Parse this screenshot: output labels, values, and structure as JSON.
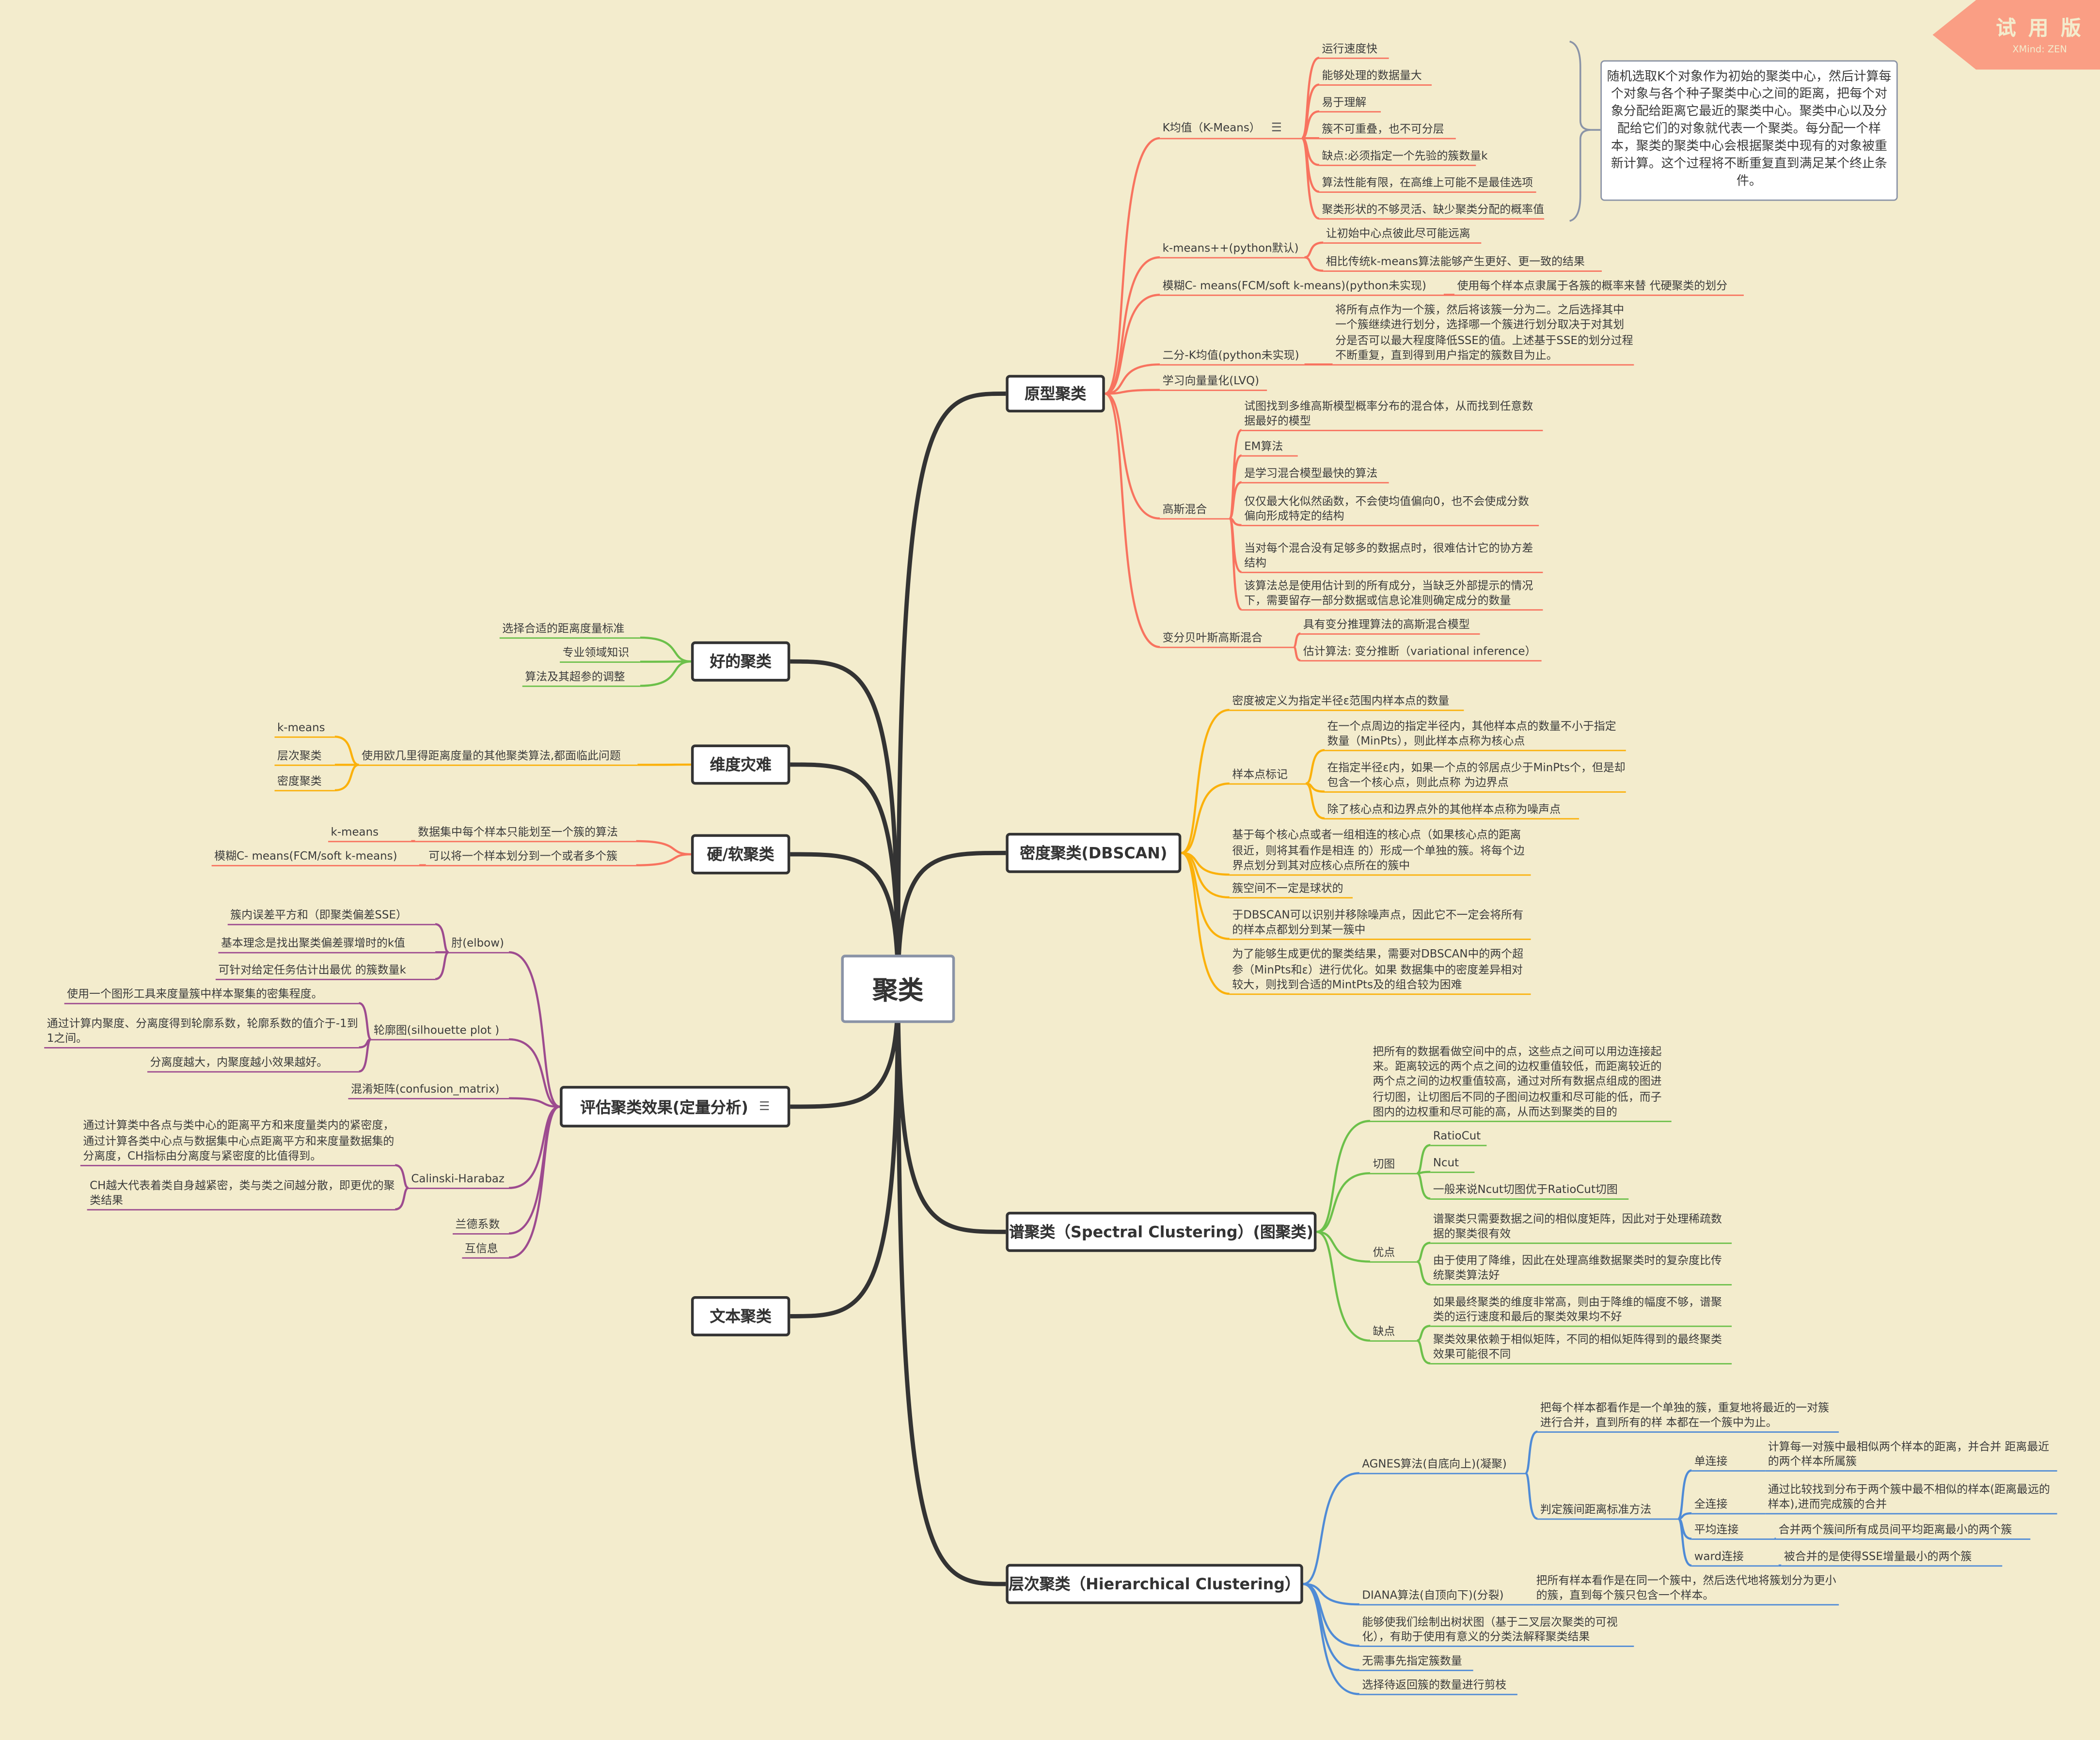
{
  "watermark": {
    "title": "试 用 版",
    "subtitle": "XMind: ZEN"
  },
  "colors": {
    "background": "#f3eccd",
    "prototype": "#f8735f",
    "good": "#6cc04a",
    "dimension": "#fbb10b",
    "hardsoft": "#f8735f",
    "dbscan": "#fbb10b",
    "evaluation": "#9d4b8f",
    "spectral": "#6cc04a",
    "text": "#3b2e8a",
    "hierarchical": "#4f8bd6"
  },
  "center": "聚类",
  "prototype": {
    "label": "原型聚类",
    "kmeans": {
      "label": "K均值（K-Means）",
      "icon": "note-icon",
      "items": [
        "运行速度快",
        "能够处理的数据量大",
        "易于理解",
        "簇不可重叠，也不可分层",
        "缺点:必须指定一个先验的簇数量k",
        "算法性能有限，在高维上可能不是最佳选项",
        "聚类形状的不够灵活、缺少聚类分配的概率值"
      ],
      "note": "随机选取K个对象作为初始的聚类中心，然后计算每个对象与各个种子聚类中心之间的距离，把每个对象分配给距离它最近的聚类中心。聚类中心以及分配给它们的对象就代表一个聚类。每分配一个样本，聚类的聚类中心会根据聚类中现有的对象被重新计算。这个过程将不断重复直到满足某个终止条件。"
    },
    "kmeanspp": {
      "label": "k-means++(python默认)",
      "items": [
        "让初始中心点彼此尽可能远离",
        "相比传统k-means算法能够产生更好、更一致的结果"
      ]
    },
    "fcm": {
      "label": "模糊C- means(FCM/soft k-means)(python未实现)",
      "desc": "使用每个样本点隶属于各簇的概率来替 代硬聚类的划分"
    },
    "bisect": {
      "label": "二分-K均值(python未实现)",
      "desc": "将所有点作为一个簇，然后将该簇一分为二。之后选择其中一个簇继续进行划分，选择哪一个簇进行划分取决于对其划分是否可以最大程度降低SSE的值。上述基于SSE的划分过程不断重复，直到得到用户指定的簇数目为止。"
    },
    "lvq": "学习向量量化(LVQ)",
    "gmm": {
      "label": "高斯混合",
      "items": [
        "试图找到多维高斯模型概率分布的混合体，从而找到任意数据最好的模型",
        "EM算法",
        "是学习混合模型最快的算法",
        "仅仅最大化似然函数，不会使均值偏向0，也不会使成分数偏向形成特定的结构",
        "当对每个混合没有足够多的数据点时，很难估计它的协方差结构",
        "该算法总是使用估计到的所有成分，当缺乏外部提示的情况下，需要留存一部分数据或信息论准则确定成分的数量"
      ]
    },
    "vbgmm": {
      "label": "变分贝叶斯高斯混合",
      "items": [
        "具有变分推理算法的高斯混合模型",
        "估计算法: 变分推断（variational inference）"
      ]
    }
  },
  "good": {
    "label": "好的聚类",
    "items": [
      "选择合适的距离度量标准",
      "专业领域知识",
      "算法及其超参的调整"
    ]
  },
  "dimension": {
    "label": "维度灾难",
    "desc": "使用欧几里得距离度量的其他聚类算法,都面临此问题",
    "items": [
      "k-means",
      "层次聚类",
      "密度聚类"
    ]
  },
  "hardsoft": {
    "label": "硬/软聚类",
    "rows": [
      {
        "name": "k-means",
        "desc": "数据集中每个样本只能划至一个簇的算法"
      },
      {
        "name": "模糊C- means(FCM/soft k-means)",
        "desc": "可以将一个样本划分到一个或者多个簇"
      }
    ]
  },
  "evaluation": {
    "label": "评估聚类效果(定量分析)",
    "icon": "note-icon",
    "elbow": {
      "label": "肘(elbow)",
      "items": [
        "簇内误差平方和（即聚类偏差SSE）",
        "基本理念是找出聚类偏差骤增时的k值",
        "可针对给定任务估计出最优 的簇数量k"
      ]
    },
    "silhouette": {
      "label": "轮廓图(silhouette plot )",
      "items": [
        "使用一个图形工具来度量簇中样本聚集的密集程度。",
        "通过计算内聚度、分离度得到轮廓系数，轮廓系数的值介于-1到1之间。",
        "分离度越大，内聚度越小效果越好。"
      ]
    },
    "confusion": "混淆矩阵(confusion_matrix)",
    "ch": {
      "label": "Calinski-Harabaz",
      "items": [
        "通过计算类中各点与类中心的距离平方和来度量类内的紧密度，通过计算各类中心点与数据集中心点距离平方和来度量数据集的分离度，CH指标由分离度与紧密度的比值得到。",
        "CH越大代表着类自身越紧密，类与类之间越分散，即更优的聚类结果"
      ]
    },
    "rand": "兰德系数",
    "mi": "互信息"
  },
  "dbscan": {
    "label": "密度聚类(DBSCAN)",
    "density": "密度被定义为指定半径ε范围内样本点的数量",
    "marking": {
      "label": "样本点标记",
      "items": [
        "在一个点周边的指定半径内，其他样本点的数量不小于指定数量（MinPts），则此样本点称为核心点",
        "在指定半径ε内，如果一个点的邻居点少于MinPts个，但是却包含一个核心点，则此点称 为边界点",
        "除了核心点和边界点外的其他样本点称为噪声点"
      ]
    },
    "items": [
      "基于每个核心点或者一组相连的核心点（如果核心点的距离很近，则将其看作是相连 的）形成一个单独的簇。将每个边界点划分到其对应核心点所在的簇中",
      "簇空间不一定是球状的",
      "于DBSCAN可以识别并移除噪声点，因此它不一定会将所有 的样本点都划分到某一簇中",
      "为了能够生成更优的聚类结果，需要对DBSCAN中的两个超参（MinPts和ε）进行优化。如果 数据集中的密度差异相对较大，则找到合适的MintPts及的组合较为困难"
    ]
  },
  "spectral": {
    "label": "谱聚类（Spectral Clustering）(图聚类)",
    "desc": "把所有的数据看做空间中的点，这些点之间可以用边连接起来。距离较远的两个点之间的边权重值较低，而距离较近的两个点之间的边权重值较高，通过对所有数据点组成的图进行切图，让切图后不同的子图间边权重和尽可能的低，而子图内的边权重和尽可能的高，从而达到聚类的目的",
    "cut": {
      "label": "切图",
      "items": [
        "RatioCut",
        "Ncut",
        "一般来说Ncut切图优于RatioCut切图"
      ]
    },
    "pros": {
      "label": "优点",
      "items": [
        "谱聚类只需要数据之间的相似度矩阵，因此对于处理稀疏数据的聚类很有效",
        "由于使用了降维，因此在处理高维数据聚类时的复杂度比传统聚类算法好"
      ]
    },
    "cons": {
      "label": "缺点",
      "items": [
        "如果最终聚类的维度非常高，则由于降维的幅度不够，谱聚类的运行速度和最后的聚类效果均不好",
        "聚类效果依赖于相似矩阵，不同的相似矩阵得到的最终聚类效果可能很不同"
      ]
    }
  },
  "text": {
    "label": "文本聚类"
  },
  "hierarchical": {
    "label": "层次聚类（Hierarchical Clustering）",
    "agnes": {
      "label": "AGNES算法(自底向上)(凝聚)",
      "desc": "把每个样本都看作是一个单独的簇，重复地将最近的一对簇进行合并，直到所有的样 本都在一个簇中为止。",
      "criteria": {
        "label": "判定簇间距离标准方法",
        "links": [
          {
            "name": "单连接",
            "desc": "计算每一对簇中最相似两个样本的距离，并合并 距离最近的两个样本所属簇"
          },
          {
            "name": "全连接",
            "desc": "通过比较找到分布于两个簇中最不相似的样本(距离最远的样本),进而完成簇的合并"
          },
          {
            "name": "平均连接",
            "desc": "合并两个簇间所有成员间平均距离最小的两个簇"
          },
          {
            "name": "ward连接",
            "desc": "被合并的是使得SSE增量最小的两个簇"
          }
        ]
      }
    },
    "diana": {
      "label": "DIANA算法(自顶向下)(分裂)",
      "desc": "把所有样本看作是在同一个簇中，然后迭代地将簇划分为更小的簇，直到每个簇只包含一个样本。"
    },
    "items": [
      "能够使我们绘制出树状图（基于二叉层次聚类的可视化），有助于使用有意义的分类法解释聚类结果",
      "无需事先指定簇数量",
      "选择待返回簇的数量进行剪枝"
    ]
  }
}
